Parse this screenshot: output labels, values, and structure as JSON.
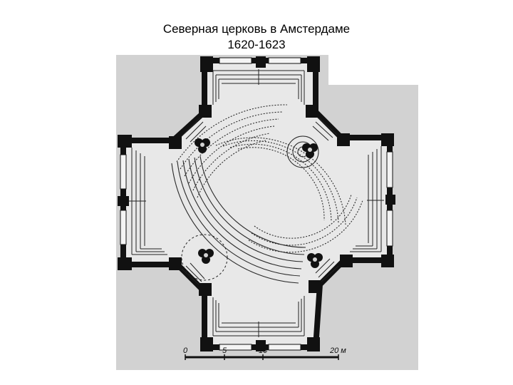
{
  "slide": {
    "title_line1": "Северная церковь в Амстердаме",
    "title_line2": "1620-1623"
  },
  "plan": {
    "scale_labels": [
      "0",
      "5",
      "10",
      "20 м"
    ]
  }
}
